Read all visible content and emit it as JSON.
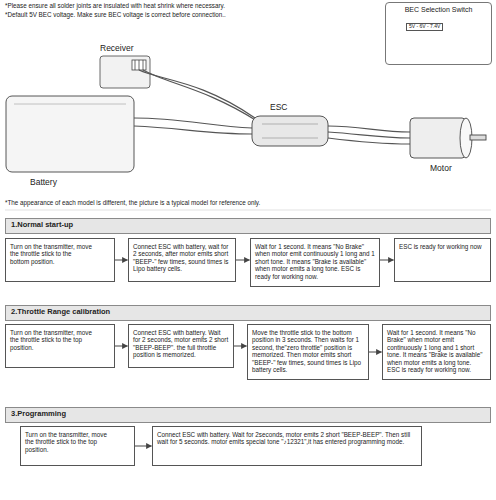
{
  "diagram": {
    "nodes": [
      {
        "text": [
          "BEC Selection Switch",
          "5V - 6V - 7.4V"
        ]
      },
      {
        "text": [
          "1.Normal start-up"
        ]
      },
      {
        "text": [
          "Turn on the transmitter, move the throttle stick to the bottom position."
        ]
      },
      {
        "text": [
          "Connect ESC with battery, wait for 2 seconds, after motor emits short \"BEEP-\" few times, sound times is Lipo battery cells."
        ]
      },
      {
        "text": [
          "Wait for 1 second. It means \"No Brake\" when motor emit continuously 1 long and 1 short tone. It means \"Brake is available\" when motor emits a long tone. ESC is ready for working now."
        ]
      },
      {
        "text": [
          "ESC is ready for working now"
        ]
      },
      {
        "text": [
          "2.Throttle Range calibration"
        ]
      },
      {
        "text": [
          "Turn on the transmitter, move the throttle stick to the top position."
        ]
      },
      {
        "text": [
          "Connect ESC with battery. Wait for 2 seconds, motor emits 2 short \"BEEP-BEEP\". the full throttle position is memorized."
        ]
      },
      {
        "text": [
          "Move the throttle stick to the bottom position in 3 seconds. Then waits for 1 second, the\"zero throttle\" position is memorized. Then motor emits short \"BEEP-\" few times, sound times is Lipo battery cells."
        ]
      },
      {
        "text": [
          "Wait for 1 second. It means \"No Brake\" when motor emit continuously 1 long and 1 short tone. It means \"Brake is available\" when motor emits a long tone. ESC is ready for working now."
        ]
      },
      {
        "text": [
          "3.Programming"
        ]
      },
      {
        "text": [
          "Turn on the transmitter, move the throttle stick to the top position."
        ]
      },
      {
        "text": [
          "Connect ESC with battery. Wait for 2seconds, motor emits 2 short \"BEEP-BEEP\". Then still wait for 5 seconds. motor emits special tone \"♪12321\",it has entered programming mode."
        ]
      }
    ],
    "edges": [
      {
        "from": 2,
        "to": 3,
        "arrow": "to"
      },
      {
        "from": 3,
        "to": 4,
        "arrow": "to"
      },
      {
        "from": 4,
        "to": 5,
        "arrow": "to"
      },
      {
        "from": 7,
        "to": 8,
        "arrow": "to"
      },
      {
        "from": 8,
        "to": 9,
        "arrow": "to"
      },
      {
        "from": 9,
        "to": 10,
        "arrow": "to"
      },
      {
        "from": 12,
        "to": 13,
        "arrow": "to"
      }
    ],
    "labels": [
      "*Please ensure all solder joints are insulated with heat shrink where necessary.",
      "*Default 5V BEC voltage. Make sure BEC voltage is correct before connection..",
      "Receiver",
      "Battery",
      "ESC",
      "Motor",
      "*The appearance of each model is different, the picture is a typical model for reference only."
    ]
  }
}
